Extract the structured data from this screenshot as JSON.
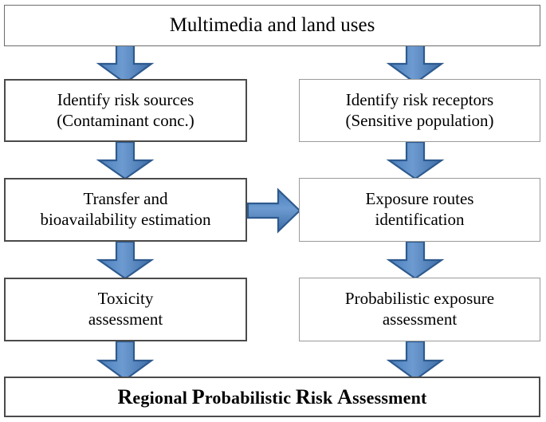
{
  "diagram": {
    "title": "Regional Probabilistic Risk Assessment flowchart",
    "colors": {
      "arrow_fill_light": "#6d9bd1",
      "arrow_fill_dark": "#three",
      "arrow_fill": "#4a7ebb",
      "arrow_stroke": "#2e5a8e",
      "box_border": "#9a9a9a",
      "box_border_dark": "#4b4b4b",
      "background": "#ffffff",
      "text": "#000000"
    },
    "nodes": {
      "top": {
        "line1": "Multimedia and land uses"
      },
      "risk_sources": {
        "line1": "Identify risk sources",
        "line2": "(Contaminant conc.)"
      },
      "risk_receptors": {
        "line1": "Identify risk receptors",
        "line2": "(Sensitive population)"
      },
      "transfer": {
        "line1": "Transfer and",
        "line2": "bioavailability estimation"
      },
      "exposure_routes": {
        "line1": "Exposure routes",
        "line2": "identification"
      },
      "toxicity": {
        "line1": "Toxicity",
        "line2": "assessment"
      },
      "prob_exposure": {
        "line1": "Probabilistic exposure",
        "line2": "assessment"
      },
      "regional": {
        "full": "Regional Probabilistic Risk Assessment",
        "w1_cap": "R",
        "w1_rest": "egional",
        "w2_cap": "P",
        "w2_rest": "robabilistic",
        "w3_cap": "R",
        "w3_rest": "isk",
        "w4_cap": "A",
        "w4_rest": "ssessment"
      }
    },
    "arrows": [
      {
        "name": "arrow-top-to-risk-sources",
        "direction": "down"
      },
      {
        "name": "arrow-top-to-risk-receptors",
        "direction": "down"
      },
      {
        "name": "arrow-risk-sources-to-transfer",
        "direction": "down"
      },
      {
        "name": "arrow-risk-receptors-to-exposure-routes",
        "direction": "down"
      },
      {
        "name": "arrow-transfer-to-exposure-routes",
        "direction": "right"
      },
      {
        "name": "arrow-transfer-to-toxicity",
        "direction": "down"
      },
      {
        "name": "arrow-exposure-routes-to-prob-exposure",
        "direction": "down"
      },
      {
        "name": "arrow-toxicity-to-regional",
        "direction": "down"
      },
      {
        "name": "arrow-prob-exposure-to-regional",
        "direction": "down"
      }
    ]
  }
}
